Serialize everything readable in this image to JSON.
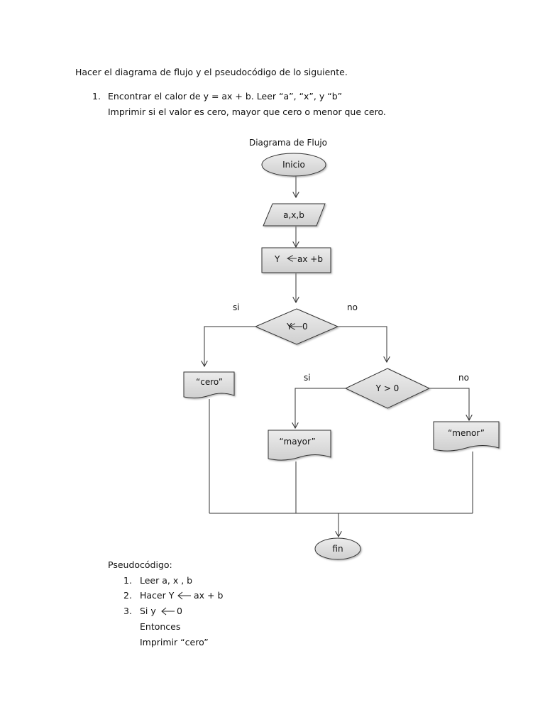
{
  "intro": "Hacer el diagrama de flujo y el pseudocódigo de lo siguiente.",
  "task": {
    "number": "1.",
    "line1": "Encontrar el calor de y = ax + b. Leer “a”, “x”, y “b”",
    "line2": "Imprimir si el valor es cero, mayor que cero o menor que cero."
  },
  "flowchart": {
    "title": "Diagrama de Flujo",
    "start": "Inicio",
    "input": "a,x,b",
    "assign_left": "Y",
    "assign_right": "ax +b",
    "decision1_left": "Y",
    "decision1_right": "0",
    "decision1_yes": "si",
    "decision1_no": "no",
    "output_cero": "“cero”",
    "decision2": "Y > 0",
    "decision2_yes": "si",
    "decision2_no": "no",
    "output_mayor": "“mayor”",
    "output_menor": "“menor”",
    "end": "fin"
  },
  "pseudo": {
    "title": "Pseudocódigo:",
    "steps": [
      {
        "num": "1.",
        "text": "Leer a, x , b"
      },
      {
        "num": "2.",
        "left": "Hacer Y",
        "right": "ax +  b"
      },
      {
        "num": "3.",
        "left": "Si  y",
        "right": "0"
      }
    ],
    "then": "Entonces",
    "print": "Imprimir “cero”"
  },
  "colors": {
    "shape_fill": "#d9d9d9",
    "stroke": "#333333"
  }
}
